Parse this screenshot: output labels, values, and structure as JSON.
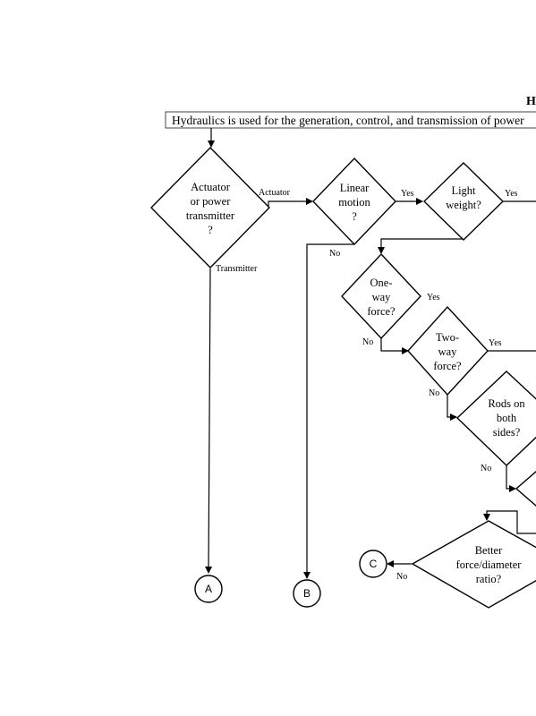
{
  "diagram": {
    "title_fragment": "H",
    "banner": "Hydraulics is used for the generation, control, and transmission of power",
    "nodes": {
      "actuator_or_transmitter": [
        "Actuator",
        "or power",
        "transmitter",
        "?"
      ],
      "linear_motion": [
        "Linear",
        "motion",
        "?"
      ],
      "light_weight": [
        "Light",
        "weight?"
      ],
      "one_way_force": [
        "One-",
        "way",
        "force?"
      ],
      "two_way_force": [
        "Two-",
        "way",
        "force?"
      ],
      "rods_on_both_sides": [
        "Rods on",
        "both",
        "sides?"
      ],
      "better_force_diameter": [
        "Better",
        "force/diameter",
        "ratio?"
      ]
    },
    "connectors": {
      "a": "A",
      "b": "B",
      "c": "C"
    },
    "edge_labels": {
      "actuator": "Actuator",
      "transmitter": "Transmitter",
      "yes": "Yes",
      "no": "No"
    }
  }
}
